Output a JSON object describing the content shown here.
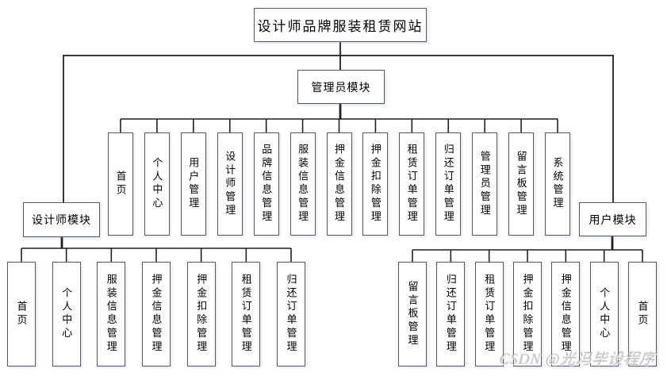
{
  "diagram": {
    "root": {
      "label": "设计师品牌服装租赁网站"
    },
    "modules": {
      "admin": {
        "label": "管理员模块",
        "children": [
          "首页",
          "个人中心",
          "用户管理",
          "设计师管理",
          "品牌信息管理",
          "服装信息管理",
          "押金信息管理",
          "押金扣除管理",
          "租赁订单管理",
          "归还订单管理",
          "管理员管理",
          "留言板管理",
          "系统管理"
        ]
      },
      "designer": {
        "label": "设计师模块",
        "children": [
          "首页",
          "个人中心",
          "服装信息管理",
          "押金信息管理",
          "押金扣除管理",
          "租赁订单管理",
          "归还订单管理"
        ]
      },
      "user": {
        "label": "用户模块",
        "children": [
          "留言板管理",
          "归还订单管理",
          "租赁订单管理",
          "押金扣除管理",
          "押金信息管理",
          "个人中心",
          "首页"
        ]
      }
    },
    "watermark": "CSDN @光冯毕设程序",
    "colors": {
      "line": "#1f1f1f",
      "box_border": "#595959",
      "box_fill": "#ffffff",
      "watermark": "#b9b9b9"
    }
  }
}
